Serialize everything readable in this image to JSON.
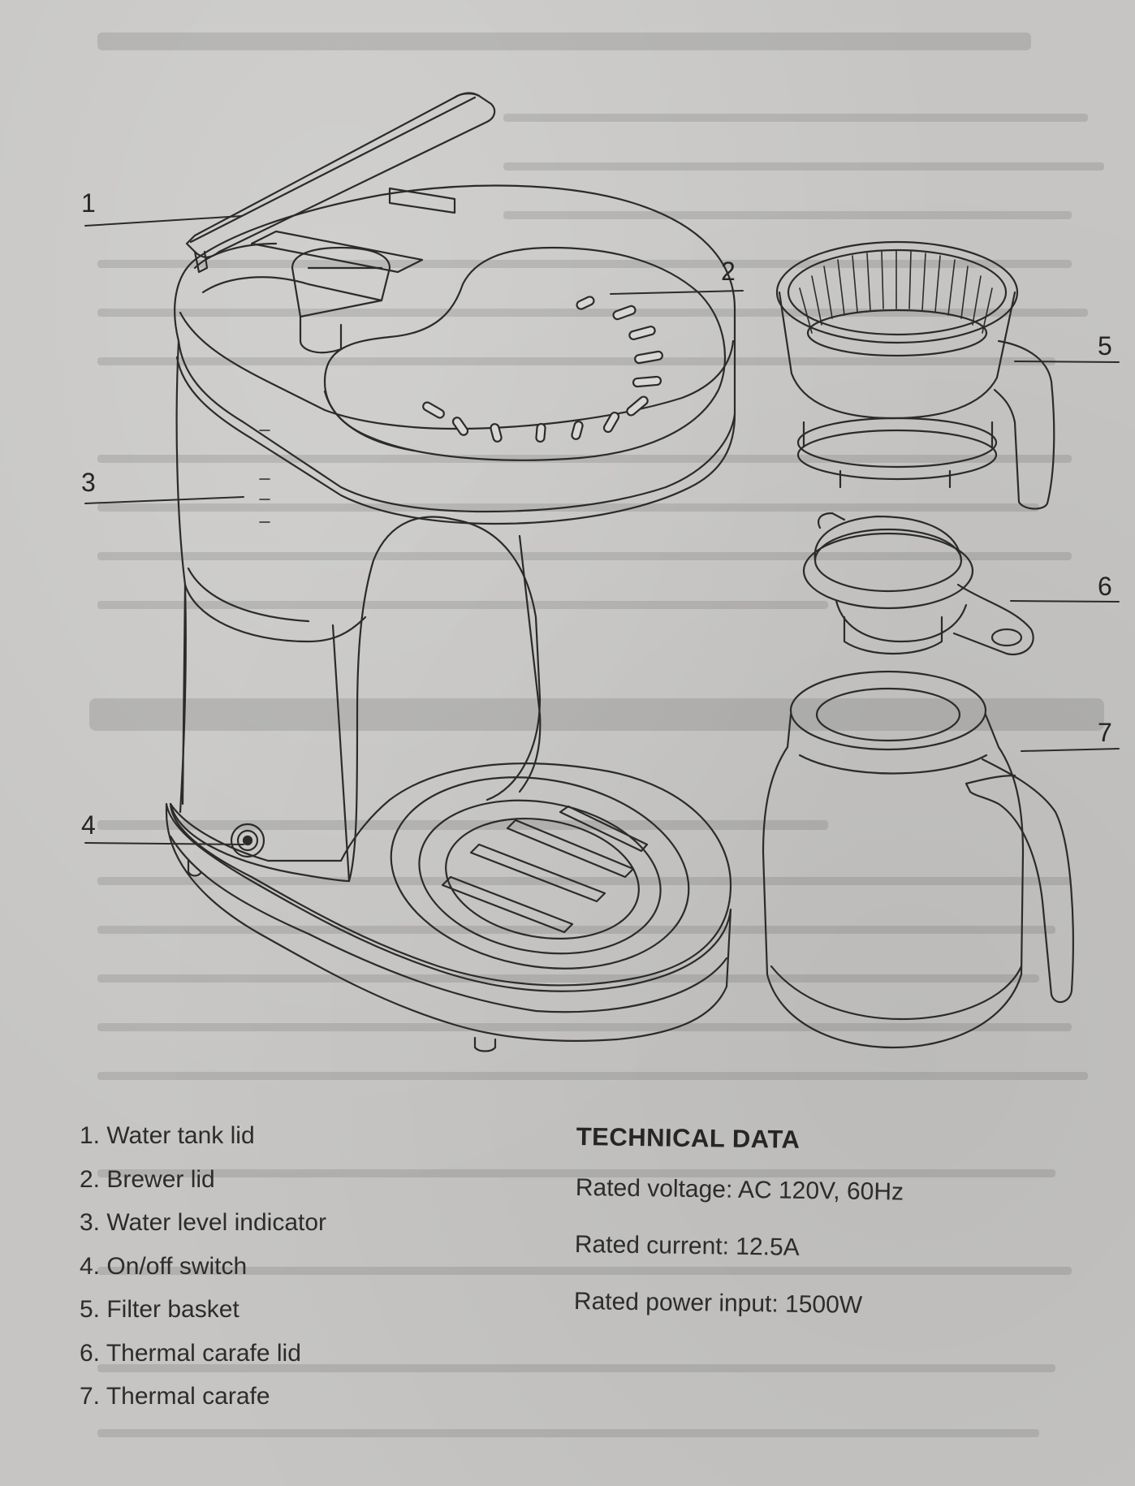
{
  "callouts": [
    "1",
    "2",
    "3",
    "4",
    "5",
    "6",
    "7"
  ],
  "parts": [
    "1. Water tank lid",
    "2. Brewer lid",
    "3. Water level indicator",
    "4. On/off switch",
    "5. Filter basket",
    "6. Thermal carafe lid",
    "7. Thermal carafe"
  ],
  "technical_data": {
    "heading": "TECHNICAL DATA",
    "lines": [
      "Rated voltage: AC 120V, 60Hz",
      "Rated current: 12.5A",
      "Rated power input: 1500W"
    ]
  },
  "colors": {
    "paper": "#c6c5c3",
    "ink": "#2a2a2a"
  }
}
